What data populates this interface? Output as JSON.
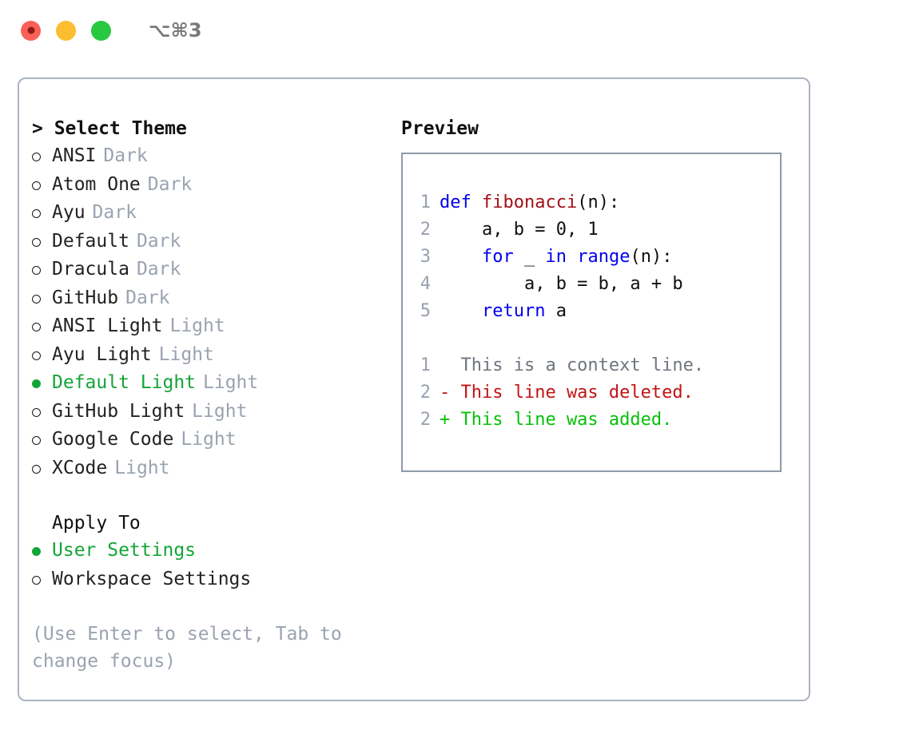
{
  "titlebar": {
    "shortcut": "⌥⌘3",
    "buttons": [
      "close",
      "minimize",
      "maximize"
    ]
  },
  "theme_picker": {
    "header": "> Select Theme",
    "items": [
      {
        "marker": "o",
        "name": "ANSI",
        "tag": "Dark",
        "selected": false
      },
      {
        "marker": "o",
        "name": "Atom One",
        "tag": "Dark",
        "selected": false
      },
      {
        "marker": "o",
        "name": "Ayu",
        "tag": "Dark",
        "selected": false
      },
      {
        "marker": "o",
        "name": "Default",
        "tag": "Dark",
        "selected": false
      },
      {
        "marker": "o",
        "name": "Dracula",
        "tag": "Dark",
        "selected": false
      },
      {
        "marker": "o",
        "name": "GitHub",
        "tag": "Dark",
        "selected": false
      },
      {
        "marker": "o",
        "name": "ANSI Light",
        "tag": "Light",
        "selected": false
      },
      {
        "marker": "o",
        "name": "Ayu Light",
        "tag": "Light",
        "selected": false
      },
      {
        "marker": "●",
        "name": "Default Light",
        "tag": "Light",
        "selected": true
      },
      {
        "marker": "o",
        "name": "GitHub Light",
        "tag": "Light",
        "selected": false
      },
      {
        "marker": "o",
        "name": "Google Code",
        "tag": "Light",
        "selected": false
      },
      {
        "marker": "o",
        "name": "XCode",
        "tag": "Light",
        "selected": false
      }
    ]
  },
  "apply_to": {
    "header": "Apply To",
    "items": [
      {
        "marker": "●",
        "name": "User Settings",
        "selected": true
      },
      {
        "marker": "o",
        "name": "Workspace Settings",
        "selected": false
      }
    ]
  },
  "hint": "(Use Enter to select, Tab to change focus)",
  "preview": {
    "title": "Preview",
    "code_lines": [
      {
        "no": "1",
        "tokens": [
          {
            "t": "def ",
            "c": "kw"
          },
          {
            "t": "fibonacci",
            "c": "fn"
          },
          {
            "t": "(n):",
            "c": "plain"
          }
        ]
      },
      {
        "no": "2",
        "tokens": [
          {
            "t": "    a, b = 0, 1",
            "c": "plain"
          }
        ]
      },
      {
        "no": "3",
        "tokens": [
          {
            "t": "    ",
            "c": "plain"
          },
          {
            "t": "for",
            "c": "kw"
          },
          {
            "t": " _ ",
            "c": "plain"
          },
          {
            "t": "in",
            "c": "kw"
          },
          {
            "t": " ",
            "c": "plain"
          },
          {
            "t": "range",
            "c": "kw"
          },
          {
            "t": "(n):",
            "c": "plain"
          }
        ]
      },
      {
        "no": "4",
        "tokens": [
          {
            "t": "        a, b = b, a + b",
            "c": "plain"
          }
        ]
      },
      {
        "no": "5",
        "tokens": [
          {
            "t": "    ",
            "c": "plain"
          },
          {
            "t": "return",
            "c": "kw"
          },
          {
            "t": " a",
            "c": "plain"
          }
        ]
      }
    ],
    "diff_lines": [
      {
        "no": "1",
        "sign": " ",
        "text": "This is a context line.",
        "kind": "ctx"
      },
      {
        "no": "2",
        "sign": "-",
        "text": "This line was deleted.",
        "kind": "del"
      },
      {
        "no": "2",
        "sign": "+",
        "text": "This line was added.",
        "kind": "add"
      }
    ]
  },
  "colors": {
    "accent_green": "#13a538",
    "muted": "#9aa3b0",
    "keyword_blue": "#0000ee",
    "function_red": "#a21016",
    "diff_delete": "#c21313",
    "diff_add": "#07c007",
    "panel_border": "#aab3c0",
    "preview_border": "#8f9aa9",
    "dot_red": "#fb6058",
    "dot_yellow": "#fcbd2e",
    "dot_green": "#28c840"
  }
}
